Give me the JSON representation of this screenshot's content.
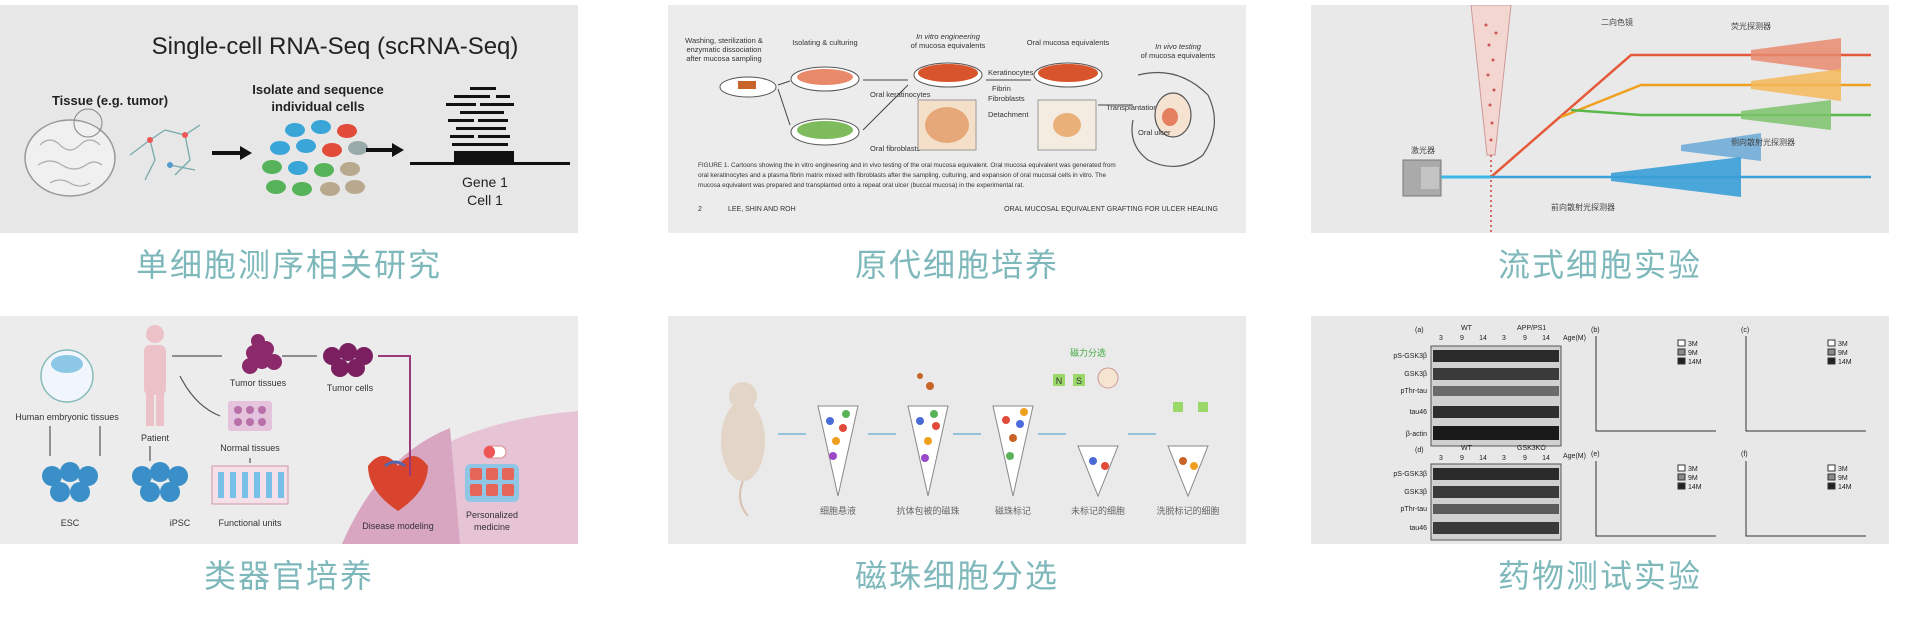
{
  "cards": [
    {
      "caption": "单细胞测序相关研究",
      "panel": {
        "title": "Single-cell RNA-Seq (scRNA-Seq)",
        "tissue_label": "Tissue (e.g. tumor)",
        "isolate_line1": "Isolate and sequence",
        "isolate_line2": "individual cells",
        "gene_label": "Gene 1",
        "cell_label": "Cell 1"
      }
    },
    {
      "caption": "原代细胞培养",
      "panel": {
        "step1_line1": "Washing, sterilization &",
        "step1_line2": "enzymatic dissociation",
        "step1_line3": "after mucosa sampling",
        "step2": "Isolating & culturing",
        "step3_line1": "In vitro engineering",
        "step3_line2": "of mucosa equivalents",
        "step4": "Oral mucosa equivalents",
        "step5_line1": "In vivo testing",
        "step5_line2": "of mucosa equivalents",
        "oral_keratinocytes": "Oral keratinocytes",
        "oral_fibroblasts": "Oral fibroblasts",
        "keratinocytes": "Keratinocytes",
        "fibrin": "Fibrin",
        "fibroblasts": "Fibroblasts",
        "detachment": "Detachment",
        "transplantation": "Transplantation",
        "oral_ulcer": "Oral ulcer",
        "figure_caption_1": "FIGURE 1. Cartoons showing the in vitro engineering and in vivo testing of the oral mucosa equivalent. Oral mucosa equivalent was generated from",
        "figure_caption_2": "oral keratinocytes and a plasma fibrin matrix mixed with fibroblasts after the sampling, culturing, and expansion of oral mucosal cells in vitro. The",
        "figure_caption_3": "mucosa equivalent was prepared and transplanted onto a repeat oral ulcer (buccal mucosa) in the experimental rat.",
        "page_number": "2",
        "authors": "LEE, SHIN AND ROH",
        "running_title": "ORAL MUCOSAL EQUIVALENT GRAFTING FOR ULCER HEALING"
      }
    },
    {
      "caption": "流式细胞实验",
      "panel": {
        "laser_label": "激光器",
        "label_dichroic": "二向色镜",
        "label_fluorescence": "荧光探测器",
        "label_side_scatter": "侧向散射光探测器",
        "label_forward_scatter": "前向散射光探测器"
      }
    },
    {
      "caption": "类器官培养",
      "panel": {
        "tumor_tissues": "Tumor tissues",
        "tumor_cells": "Tumor cells",
        "human_embryonic": "Human embryonic tissues",
        "patient": "Patient",
        "normal_tissues": "Normal tissues",
        "esc": "ESC",
        "ipsc": "iPSC",
        "functional_units": "Functional units",
        "disease_modeling": "Disease modeling",
        "personalized_1": "Personalized",
        "personalized_2": "medicine"
      }
    },
    {
      "caption": "磁珠细胞分选",
      "panel": {
        "magnetic_sort": "磁力分选",
        "step_cell_suspension": "细胞悬液",
        "step_add_beads": "抗体包被的磁珠",
        "step_bead_label": "磁珠标记",
        "step_unlabeled": "未标记的细胞",
        "step_eluted": "洗脱标记的细胞",
        "magnet_n": "N",
        "magnet_s": "S"
      }
    },
    {
      "caption": "药物测试实验",
      "panel": {
        "label_a": "(a)",
        "label_b": "(b)",
        "label_c": "(c)",
        "label_d": "(d)",
        "label_e": "(e)",
        "label_f": "(f)",
        "wt": "WT",
        "app": "APP/PS1",
        "gsk": "GSK3KO",
        "age": "Age(M)",
        "ages": [
          "3",
          "9",
          "14",
          "3",
          "9",
          "14"
        ],
        "bands_top": [
          "pS-GSK3β",
          "GSK3β",
          "pThr-tau",
          "tau46",
          "β-actin"
        ],
        "bands_bottom": [
          "pS-GSK3β",
          "GSK3β",
          "pThr-tau",
          "tau46"
        ],
        "legend": [
          "3M",
          "9M",
          "14M"
        ]
      }
    }
  ]
}
